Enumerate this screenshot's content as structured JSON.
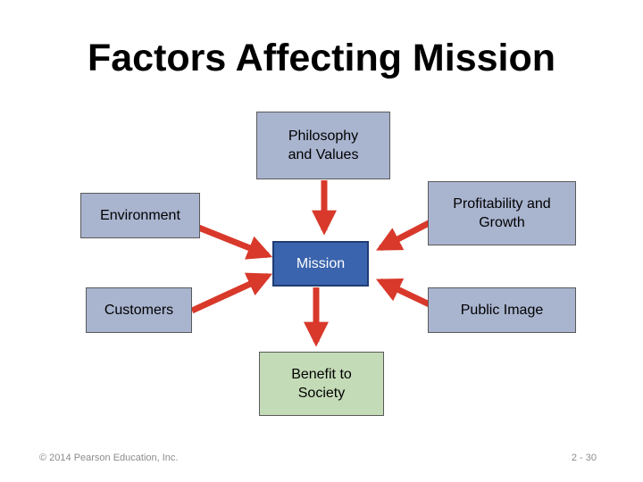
{
  "title": "Factors Affecting Mission",
  "diagram": {
    "center": "Mission",
    "factors": {
      "philosophy": "Philosophy\nand Values",
      "environment": "Environment",
      "profitability": "Profitability and\nGrowth",
      "customers": "Customers",
      "public_image": "Public Image"
    },
    "outcome": "Benefit to\nSociety"
  },
  "colors": {
    "factor_box": "#a9b4cf",
    "mission_box": "#3a64ad",
    "benefit_box": "#c4dbb7",
    "arrow": "#d8392b"
  },
  "footer": {
    "copyright": "© 2014 Pearson Education, Inc.",
    "page": "2 - 30"
  }
}
